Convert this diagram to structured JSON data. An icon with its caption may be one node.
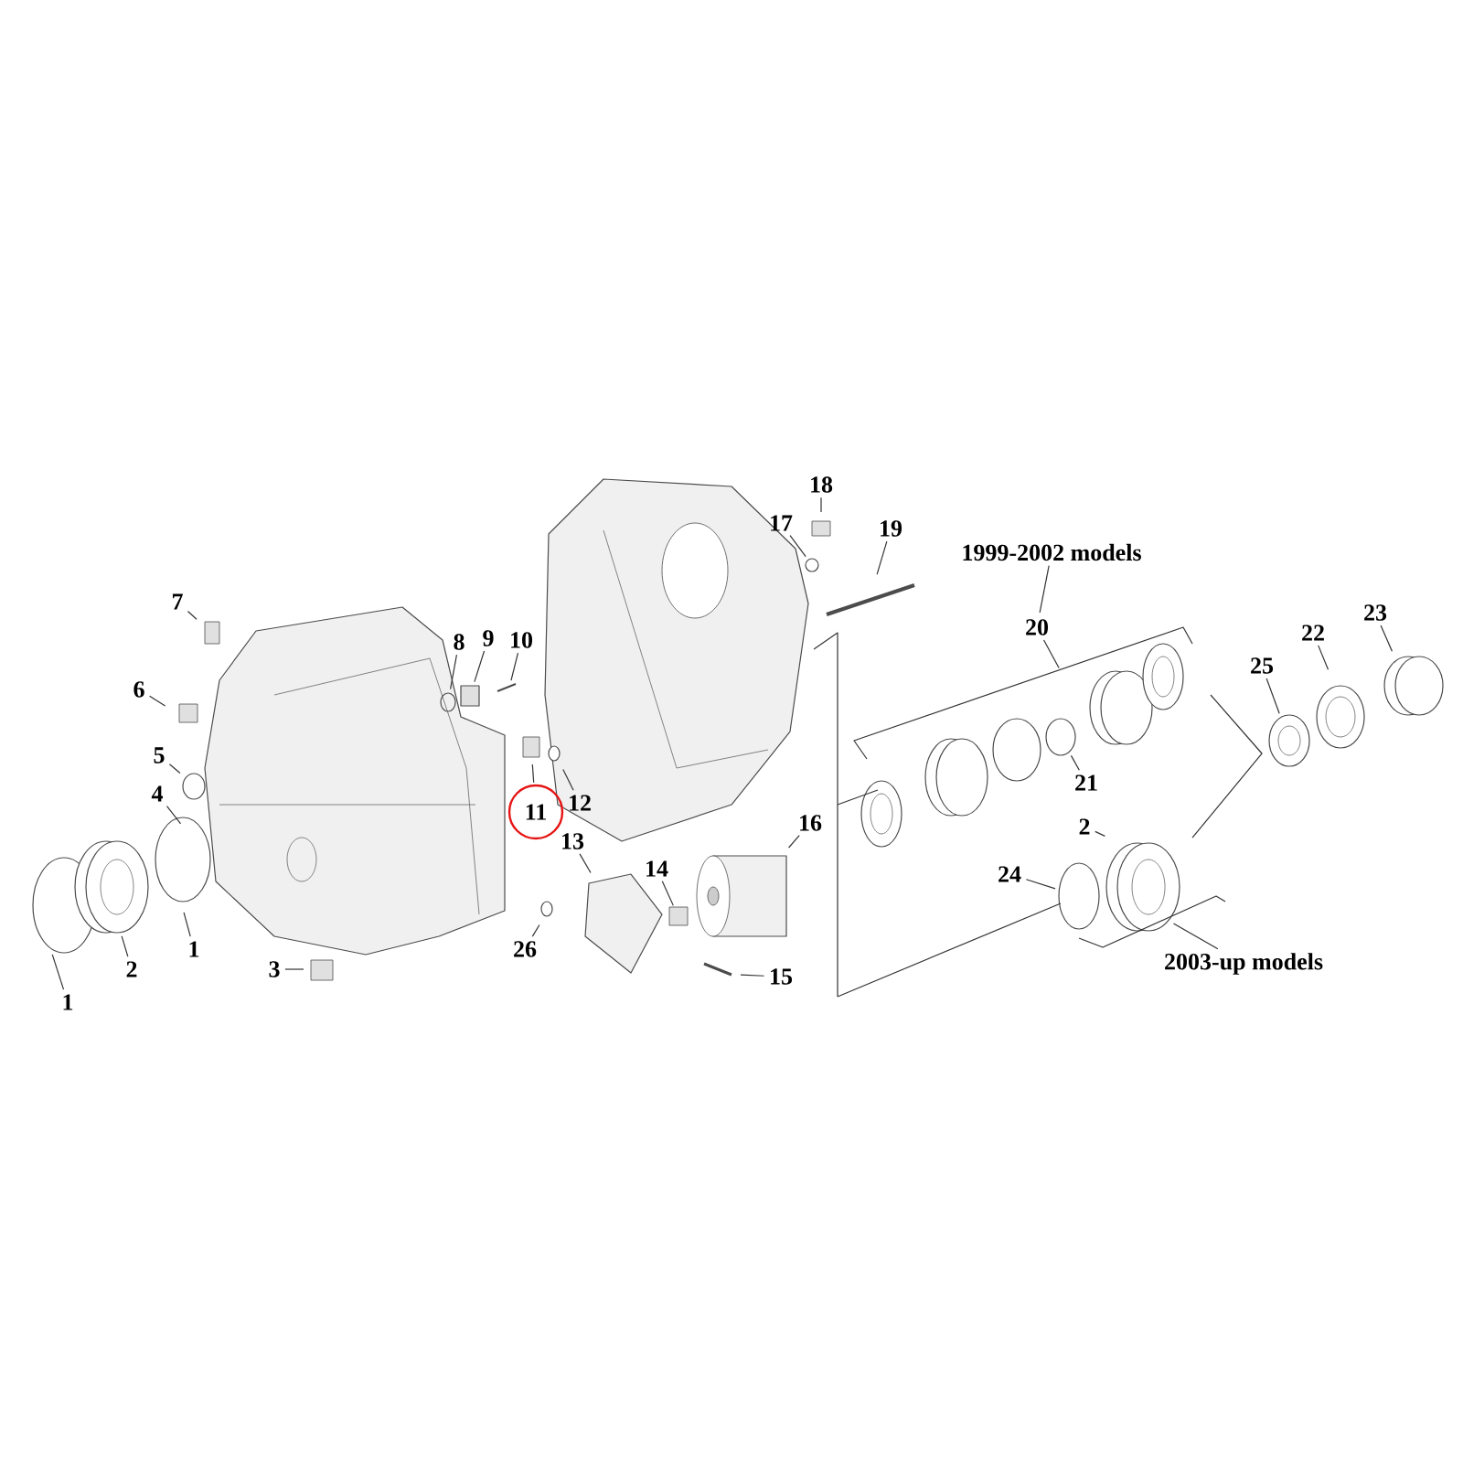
{
  "diagram": {
    "nodes": [
      {
        "text": [
          "18"
        ]
      },
      {
        "text": [
          "17"
        ]
      },
      {
        "text": [
          "19"
        ]
      },
      {
        "text": [
          "1999-2002 models"
        ]
      },
      {
        "text": [
          "7"
        ]
      },
      {
        "text": [
          "20"
        ]
      },
      {
        "text": [
          "23"
        ]
      },
      {
        "text": [
          "8"
        ]
      },
      {
        "text": [
          "9"
        ]
      },
      {
        "text": [
          "10"
        ]
      },
      {
        "text": [
          "22"
        ]
      },
      {
        "text": [
          "25"
        ]
      },
      {
        "text": [
          "6"
        ]
      },
      {
        "text": [
          "5"
        ]
      },
      {
        "text": [
          "4"
        ]
      },
      {
        "text": [
          "12"
        ]
      },
      {
        "text": [
          "21"
        ]
      },
      {
        "text": [
          "11"
        ]
      },
      {
        "text": [
          "16"
        ]
      },
      {
        "text": [
          "2"
        ]
      },
      {
        "text": [
          "13"
        ]
      },
      {
        "text": [
          "14"
        ]
      },
      {
        "text": [
          "24"
        ]
      },
      {
        "text": [
          "1"
        ]
      },
      {
        "text": [
          "2"
        ]
      },
      {
        "text": [
          "26"
        ]
      },
      {
        "text": [
          "3"
        ]
      },
      {
        "text": [
          "2003-up models"
        ]
      },
      {
        "text": [
          "15"
        ]
      },
      {
        "text": [
          "1"
        ]
      },
      {
        "text": [],
        "shape": "box"
      },
      {
        "text": [],
        "shape": "ring"
      },
      {
        "text": [],
        "shape": "ring"
      },
      {
        "text": [],
        "shape": "ring"
      },
      {
        "text": [],
        "shape": "ring"
      },
      {
        "text": [],
        "shape": "ring"
      }
    ],
    "edges": [
      {
        "from": 0,
        "to": null,
        "arrow": "none"
      },
      {
        "from": 1,
        "to": 35,
        "arrow": "none"
      },
      {
        "from": 2,
        "to": null,
        "arrow": "none"
      },
      {
        "from": 3,
        "to": 5,
        "arrow": "none"
      },
      {
        "from": 4,
        "to": null,
        "arrow": "none"
      },
      {
        "from": 5,
        "to": null,
        "arrow": "none"
      },
      {
        "from": 6,
        "to": null,
        "arrow": "none"
      },
      {
        "from": 7,
        "to": 34,
        "arrow": "none"
      },
      {
        "from": 8,
        "to": 30,
        "arrow": "none"
      },
      {
        "from": 9,
        "to": null,
        "arrow": "none"
      },
      {
        "from": 10,
        "to": null,
        "arrow": "none"
      },
      {
        "from": 11,
        "to": 32,
        "arrow": "none"
      },
      {
        "from": 12,
        "to": null,
        "arrow": "none"
      },
      {
        "from": 13,
        "to": null,
        "arrow": "none"
      },
      {
        "from": 14,
        "to": null,
        "arrow": "none"
      },
      {
        "from": 15,
        "to": null,
        "arrow": "none"
      },
      {
        "from": 16,
        "to": 31,
        "arrow": "none"
      },
      {
        "from": 17,
        "to": null,
        "arrow": "none"
      },
      {
        "from": 18,
        "to": null,
        "arrow": "none"
      },
      {
        "from": 19,
        "to": null,
        "arrow": "none"
      },
      {
        "from": 20,
        "to": null,
        "arrow": "none"
      },
      {
        "from": 21,
        "to": null,
        "arrow": "none"
      },
      {
        "from": 22,
        "to": 33,
        "arrow": "none"
      },
      {
        "from": 23,
        "to": null,
        "arrow": "none"
      },
      {
        "from": 24,
        "to": null,
        "arrow": "none"
      },
      {
        "from": 25,
        "to": null,
        "arrow": "none"
      },
      {
        "from": 26,
        "to": null,
        "arrow": "none"
      },
      {
        "from": 27,
        "to": null,
        "arrow": "none"
      },
      {
        "from": 28,
        "to": null,
        "arrow": "none"
      },
      {
        "from": 29,
        "to": null,
        "arrow": "none"
      }
    ]
  }
}
